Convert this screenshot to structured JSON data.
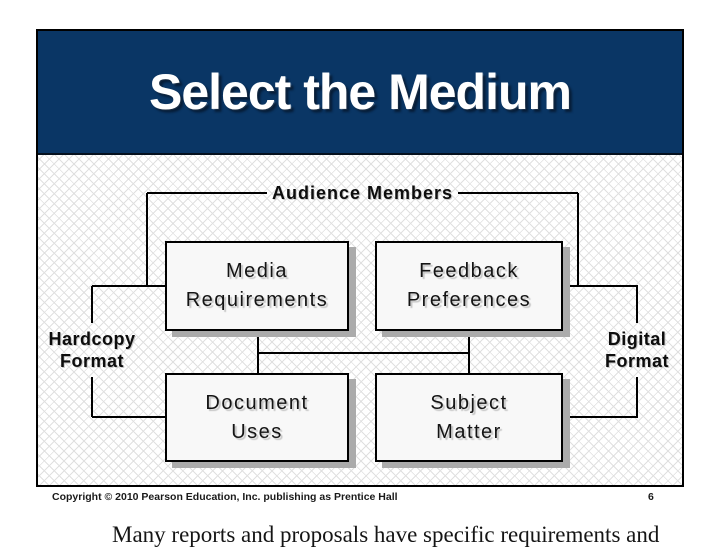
{
  "slide": {
    "title": "Select the Medium",
    "diagram": {
      "audience_label": "Audience Members",
      "boxes": {
        "media": {
          "line1": "Media",
          "line2": "Requirements"
        },
        "feedback": {
          "line1": "Feedback",
          "line2": "Preferences"
        },
        "document": {
          "line1": "Document",
          "line2": "Uses"
        },
        "subject": {
          "line1": "Subject",
          "line2": "Matter"
        }
      },
      "side_labels": {
        "hardcopy": {
          "line1": "Hardcopy",
          "line2": "Format"
        },
        "digital": {
          "line1": "Digital",
          "line2": "Format"
        }
      }
    }
  },
  "footer": {
    "copyright": "Copyright © 2010 Pearson Education, Inc. publishing as Prentice Hall",
    "page_number": "6"
  },
  "notes_preview": "Many reports and proposals have specific requirements and",
  "colors": {
    "header_bg": "#0a3665",
    "slide_border": "#000000",
    "box_fill": "#f8f8f8",
    "box_shadow": "#ababab",
    "pattern_line": "#e0e0e0",
    "title_text": "#ffffff"
  }
}
